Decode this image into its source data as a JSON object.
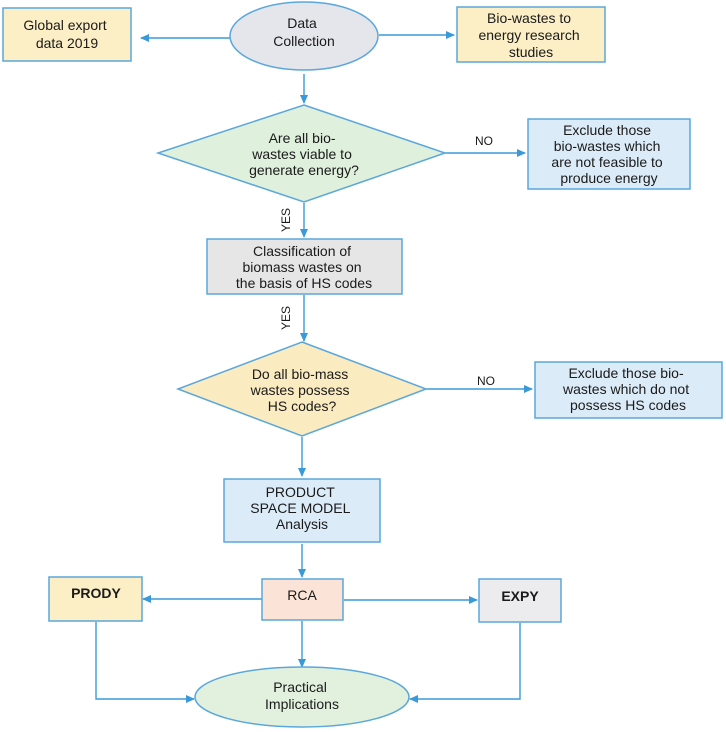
{
  "nodes": {
    "data_collection": [
      "Data",
      "Collection"
    ],
    "global_export": [
      "Global export",
      "data 2019"
    ],
    "bio_wastes_studies": [
      "Bio-wastes to",
      "energy research",
      "studies"
    ],
    "viable_decision": [
      "Are all bio-",
      "wastes viable to",
      "generate energy?"
    ],
    "exclude_not_feasible": [
      "Exclude those",
      "bio-wastes which",
      "are not feasible to",
      "produce energy"
    ],
    "classification": [
      "Classification of",
      "biomass wastes on",
      "the basis of HS codes"
    ],
    "hs_codes_decision": [
      "Do all bio-mass",
      "wastes possess",
      "HS codes?"
    ],
    "exclude_no_hs": [
      "Exclude those bio-",
      "wastes which do not",
      "possess HS codes"
    ],
    "product_space": [
      "PRODUCT",
      "SPACE MODEL",
      "Analysis"
    ],
    "rca": [
      "RCA"
    ],
    "prody": [
      "PRODY"
    ],
    "expy": [
      "EXPY"
    ],
    "practical_implications": [
      "Practical",
      "Implications"
    ]
  },
  "edge_labels": {
    "no_1": "NO",
    "yes_1": "YES",
    "yes_2": "YES",
    "no_2": "NO"
  },
  "colors": {
    "edge": "#3a9ad9",
    "border": "#5aa7dc",
    "ellipse_gray": "#e5e5ec",
    "ellipse_green": "#e2f1de",
    "diamond_green": "#dff0dc",
    "diamond_yellow": "#fbebc0",
    "box_yellow": "#fcefc6",
    "box_blue": "#dcebf8",
    "box_gray": "#e6e6e6",
    "box_peach": "#fbe3d8",
    "box_lightgray": "#ececef"
  }
}
